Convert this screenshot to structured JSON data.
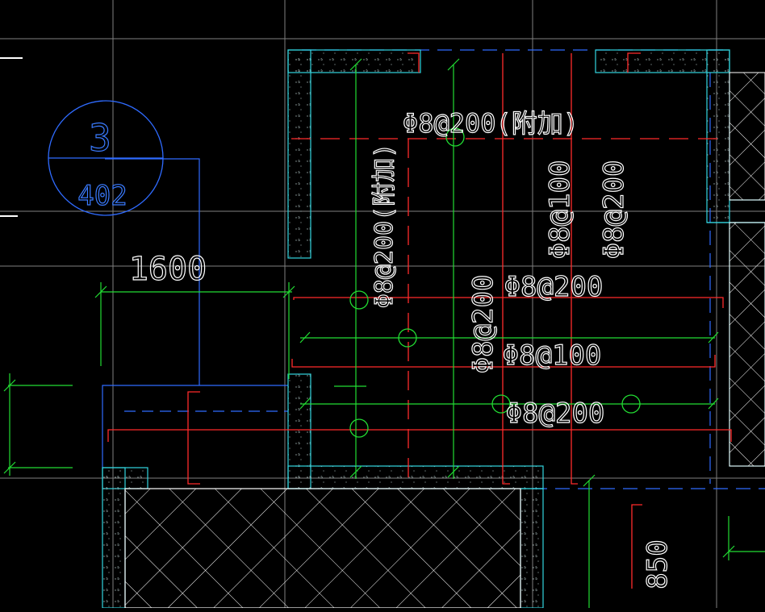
{
  "colors": {
    "background": "#000000",
    "grid": "#7f7f7f",
    "wall": "#33d6e0",
    "axis_bubble": "#2f6bff",
    "dimension": "#1fd12a",
    "rebar_red": "#ff2b2b",
    "rebar_green": "#22dd33",
    "hatch": "#ffffff",
    "text": "#ffffff"
  },
  "detail_bubble": {
    "number": "3",
    "sheet": "402"
  },
  "dimensions": {
    "left_width": "1600",
    "right_bottom": "850"
  },
  "rebar_labels": {
    "top_additional": "Φ8@200(附加)",
    "vertical_additional": "Φ8@200(附加)",
    "vertical_mid": "Φ8@100",
    "vertical_right": "Φ8@200",
    "vertical_lower": "Φ8@200",
    "horizontal_1": "Φ8@200",
    "horizontal_2": "Φ8@100",
    "horizontal_3": "Φ8@200"
  }
}
